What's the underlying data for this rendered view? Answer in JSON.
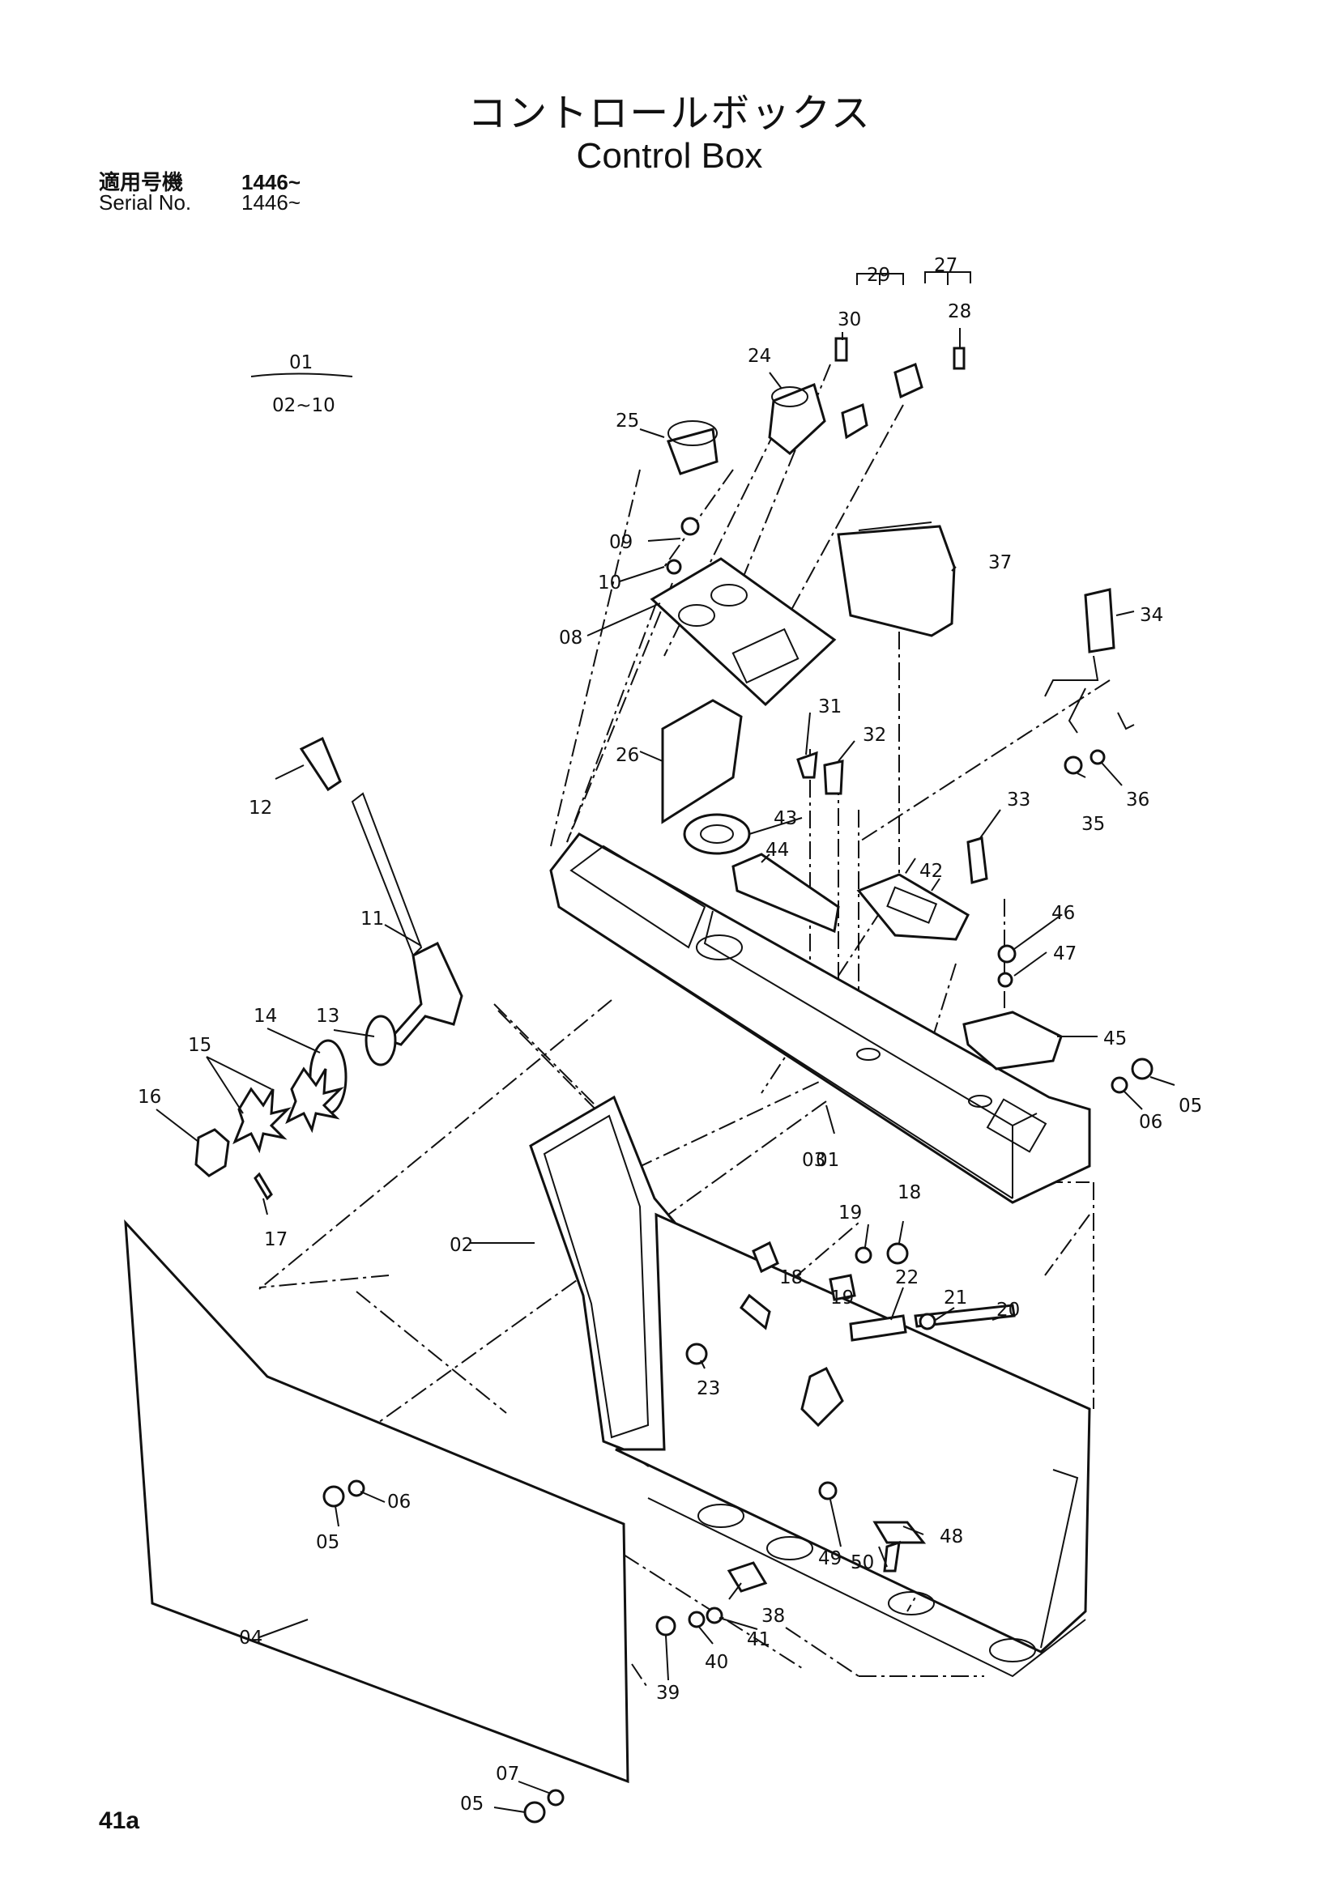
{
  "header": {
    "title_jp": "コントロールボックス",
    "title_en": "Control Box",
    "serial_jp_label": "適用号機",
    "serial_jp_value": "1446~",
    "serial_en_label": "Serial No.",
    "serial_en_value": "1446~"
  },
  "assembly": {
    "top": "01",
    "bottom": "02~10"
  },
  "page_number": "41a",
  "labels": [
    "01",
    "02",
    "03",
    "04",
    "05",
    "05",
    "05",
    "06",
    "06",
    "07",
    "08",
    "09",
    "10",
    "11",
    "12",
    "13",
    "14",
    "15",
    "16",
    "17",
    "18",
    "18",
    "19",
    "19",
    "20",
    "21",
    "22",
    "23",
    "24",
    "25",
    "26",
    "27",
    "28",
    "29",
    "30",
    "31",
    "32",
    "33",
    "34",
    "35",
    "36",
    "37",
    "38",
    "39",
    "40",
    "41",
    "42",
    "43",
    "44",
    "45",
    "46",
    "47",
    "48",
    "49",
    "50"
  ]
}
